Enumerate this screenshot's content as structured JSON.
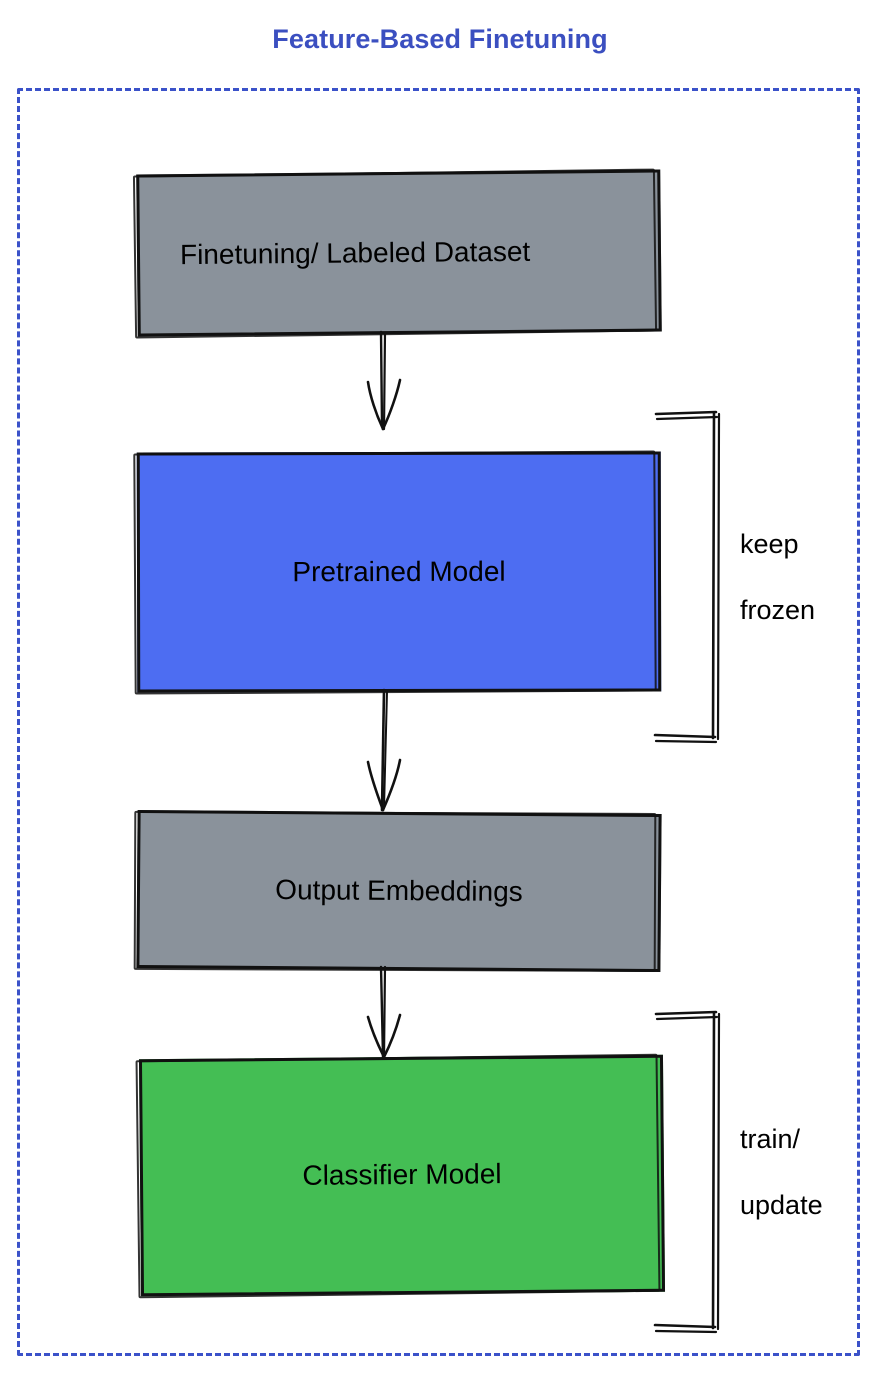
{
  "title": "Feature-Based Finetuning",
  "colors": {
    "title": "#3b4fc0",
    "frame_dashed": "#3b52c9",
    "gray_node": "#8a929b",
    "blue_node": "#4d6df2",
    "green_node": "#44be54",
    "stroke": "#111111",
    "text": "#000000",
    "background": "#ffffff"
  },
  "frame": {
    "style": "dashed",
    "name": "feature-based-finetuning-group"
  },
  "nodes": [
    {
      "id": "dataset",
      "label": "Finetuning/ Labeled Dataset",
      "fill": "#8a929b"
    },
    {
      "id": "pretrained",
      "label": "Pretrained Model",
      "fill": "#4d6df2"
    },
    {
      "id": "embeddings",
      "label": "Output Embeddings",
      "fill": "#8a929b"
    },
    {
      "id": "classifier",
      "label": "Classifier Model",
      "fill": "#44be54"
    }
  ],
  "edges": [
    {
      "from": "dataset",
      "to": "pretrained",
      "arrow": "down"
    },
    {
      "from": "pretrained",
      "to": "embeddings",
      "arrow": "down"
    },
    {
      "from": "embeddings",
      "to": "classifier",
      "arrow": "down"
    }
  ],
  "annotations": [
    {
      "id": "keep-frozen",
      "target": "pretrained",
      "line1": "keep",
      "line2": "frozen",
      "text": "keep\nfrozen"
    },
    {
      "id": "train-update",
      "target": "classifier",
      "line1": "train/",
      "line2": "update",
      "text": "train/\nupdate"
    }
  ]
}
